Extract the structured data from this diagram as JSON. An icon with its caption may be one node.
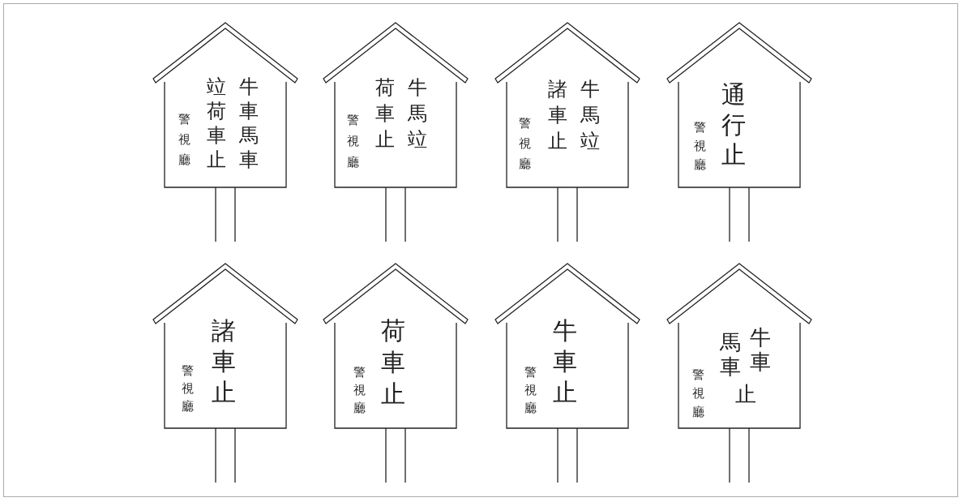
{
  "diagram": {
    "nodes": [
      {
        "text": [
          "警視廳",
          "牛車馬車竝荷車止"
        ]
      },
      {
        "text": [
          "警視廳",
          "牛馬竝荷車止"
        ]
      },
      {
        "text": [
          "警視廳",
          "牛馬竝諸車止"
        ]
      },
      {
        "text": [
          "警視廳",
          "通行止"
        ]
      },
      {
        "text": [
          "警視廳",
          "諸車止"
        ]
      },
      {
        "text": [
          "警視廳",
          "荷車止"
        ]
      },
      {
        "text": [
          "警視廳",
          "牛車止"
        ]
      },
      {
        "text": [
          "警視廳",
          "牛車馬車止"
        ]
      }
    ]
  }
}
